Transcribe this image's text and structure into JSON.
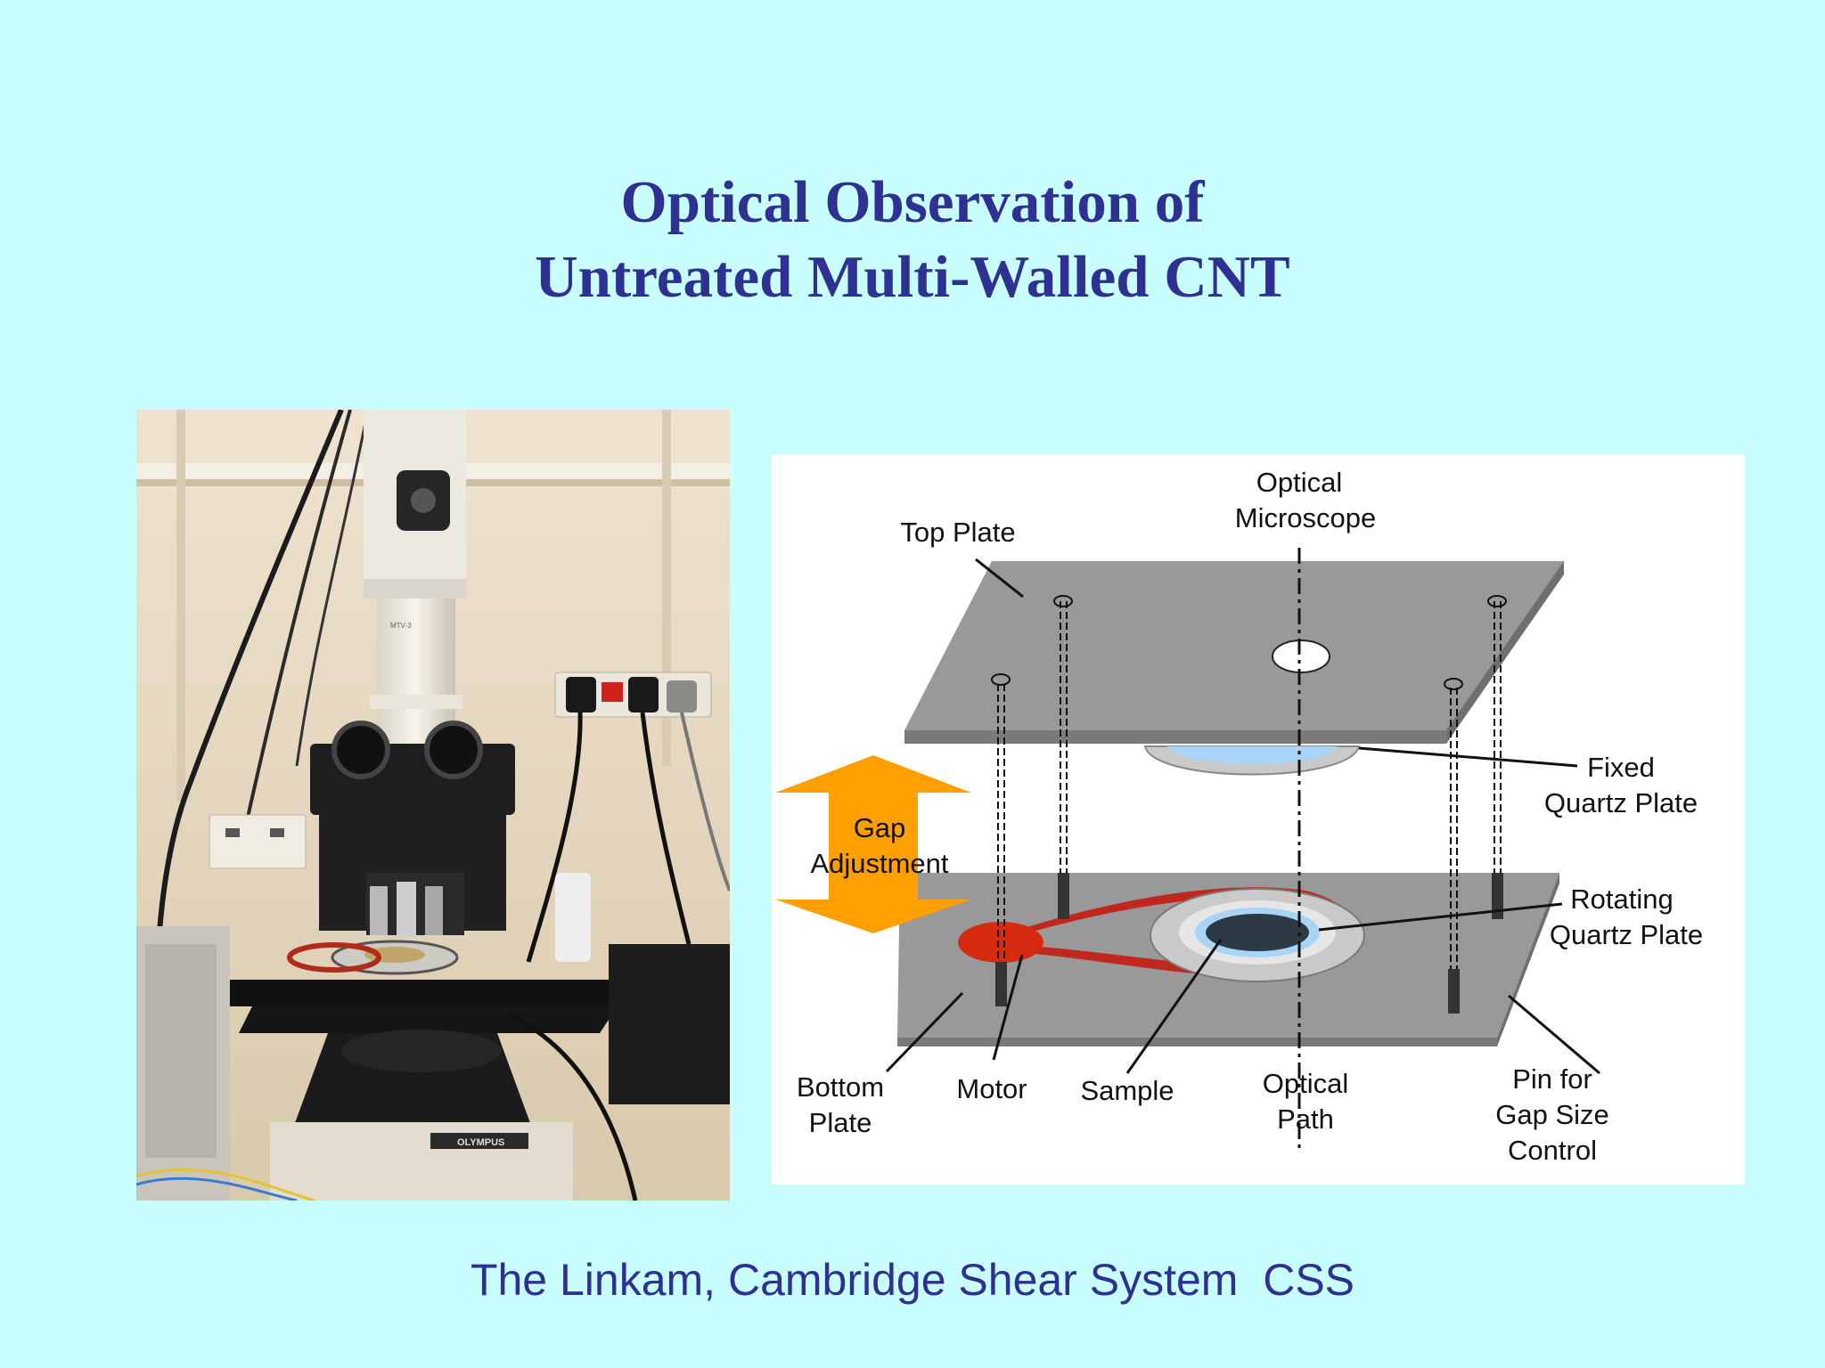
{
  "slide": {
    "title_line1": "Optical Observation of",
    "title_line2": "Untreated Multi-Walled CNT",
    "caption": "The Linkam, Cambridge Shear System  CSS"
  },
  "photo": {
    "brand_label": "OLYMPUS",
    "tube_label": "MTV-3"
  },
  "diagram": {
    "labels": {
      "top_plate": "Top Plate",
      "optical_microscope_1": "Optical",
      "optical_microscope_2": "Microscope",
      "fixed_quartz_1": "Fixed",
      "fixed_quartz_2": "Quartz Plate",
      "gap_adjustment_1": "Gap",
      "gap_adjustment_2": "Adjustment",
      "rotating_quartz_1": "Rotating",
      "rotating_quartz_2": "Quartz Plate",
      "bottom_plate_1": "Bottom",
      "bottom_plate_2": "Plate",
      "motor": "Motor",
      "sample": "Sample",
      "optical_path_1": "Optical",
      "optical_path_2": "Path",
      "pin_1": "Pin for",
      "pin_2": "Gap Size",
      "pin_3": "Control"
    }
  },
  "colors": {
    "background": "#c8fefe",
    "title": "#2e3192",
    "plate": "#999999",
    "arrow": "#ffa000",
    "belt": "#c0281e",
    "quartz": "#a8d4f5"
  }
}
